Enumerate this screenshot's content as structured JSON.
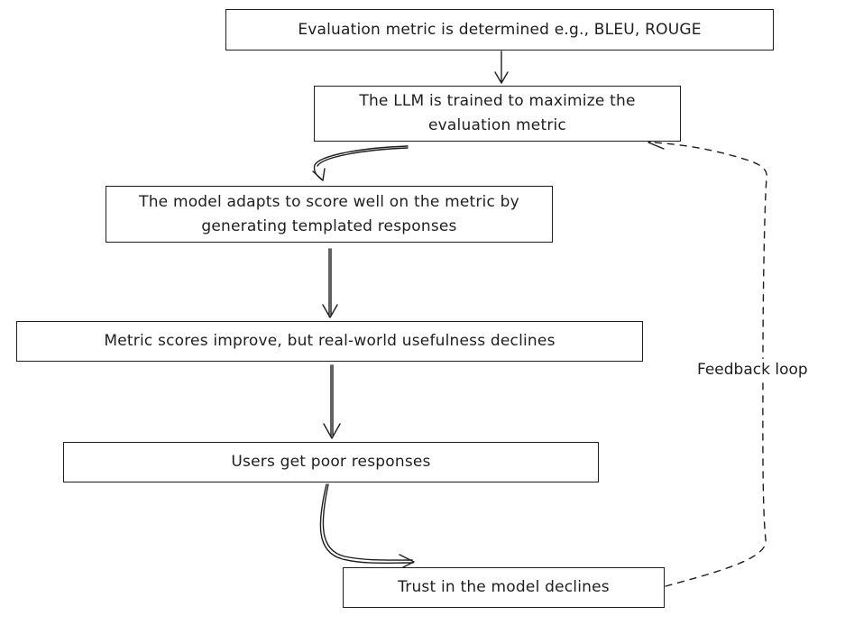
{
  "nodes": {
    "metric_determined": "Evaluation metric is determined e.g., BLEU, ROUGE",
    "llm_trained": "The LLM is trained to maximize the evaluation metric",
    "model_adapts": "The model adapts to score well on the metric by generating templated responses",
    "scores_improve": "Metric scores improve, but real-world usefulness declines",
    "poor_responses": "Users get poor responses",
    "trust_declines": "Trust in the model declines"
  },
  "edges": {
    "feedback_label": "Feedback loop"
  }
}
